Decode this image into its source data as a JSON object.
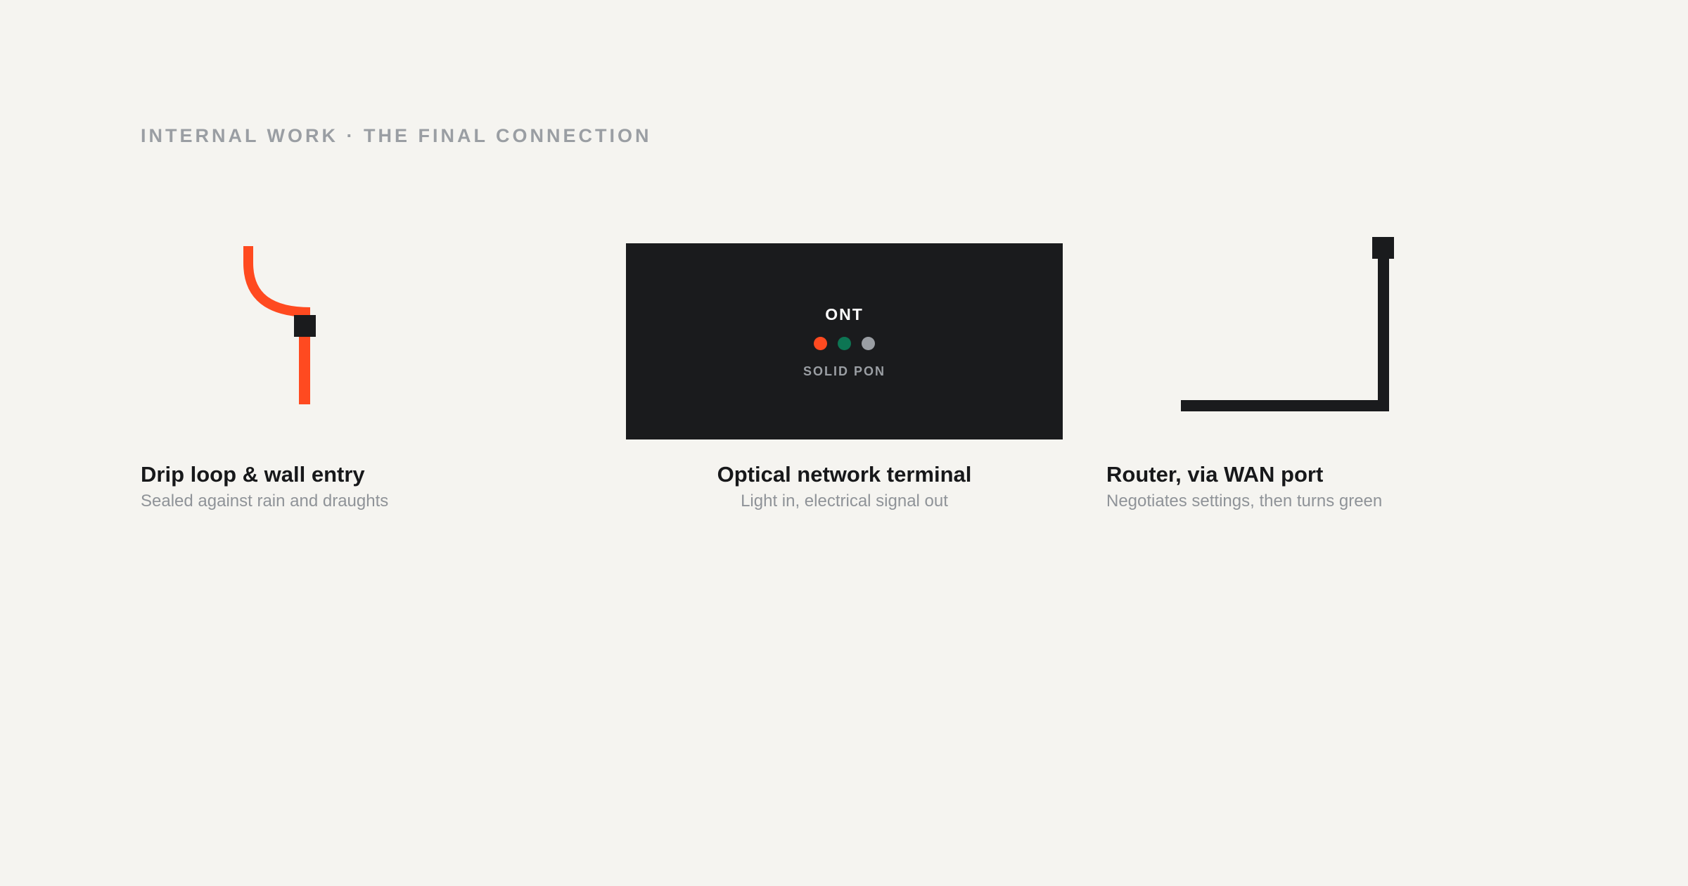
{
  "header": {
    "eyebrow": "INTERNAL WORK · THE FINAL CONNECTION"
  },
  "steps": [
    {
      "title": "Drip loop & wall entry",
      "subtitle": "Sealed against rain and draughts",
      "icon": "drip-loop-icon"
    },
    {
      "title": "Optical network terminal",
      "subtitle": "Light in, electrical signal out",
      "icon": "ont-device",
      "device": {
        "label": "ONT",
        "status": "SOLID PON",
        "leds": [
          {
            "name": "red",
            "color": "#ff4a20"
          },
          {
            "name": "green",
            "color": "#0d7553"
          },
          {
            "name": "grey",
            "color": "#9a9ea3"
          }
        ]
      }
    },
    {
      "title": "Router, via WAN port",
      "subtitle": "Negotiates settings, then turns green",
      "icon": "router-cable-icon"
    }
  ],
  "colors": {
    "accent": "#ff4a20",
    "dark": "#1a1b1d",
    "muted": "#9a9ea3",
    "background": "#f5f4f0"
  }
}
